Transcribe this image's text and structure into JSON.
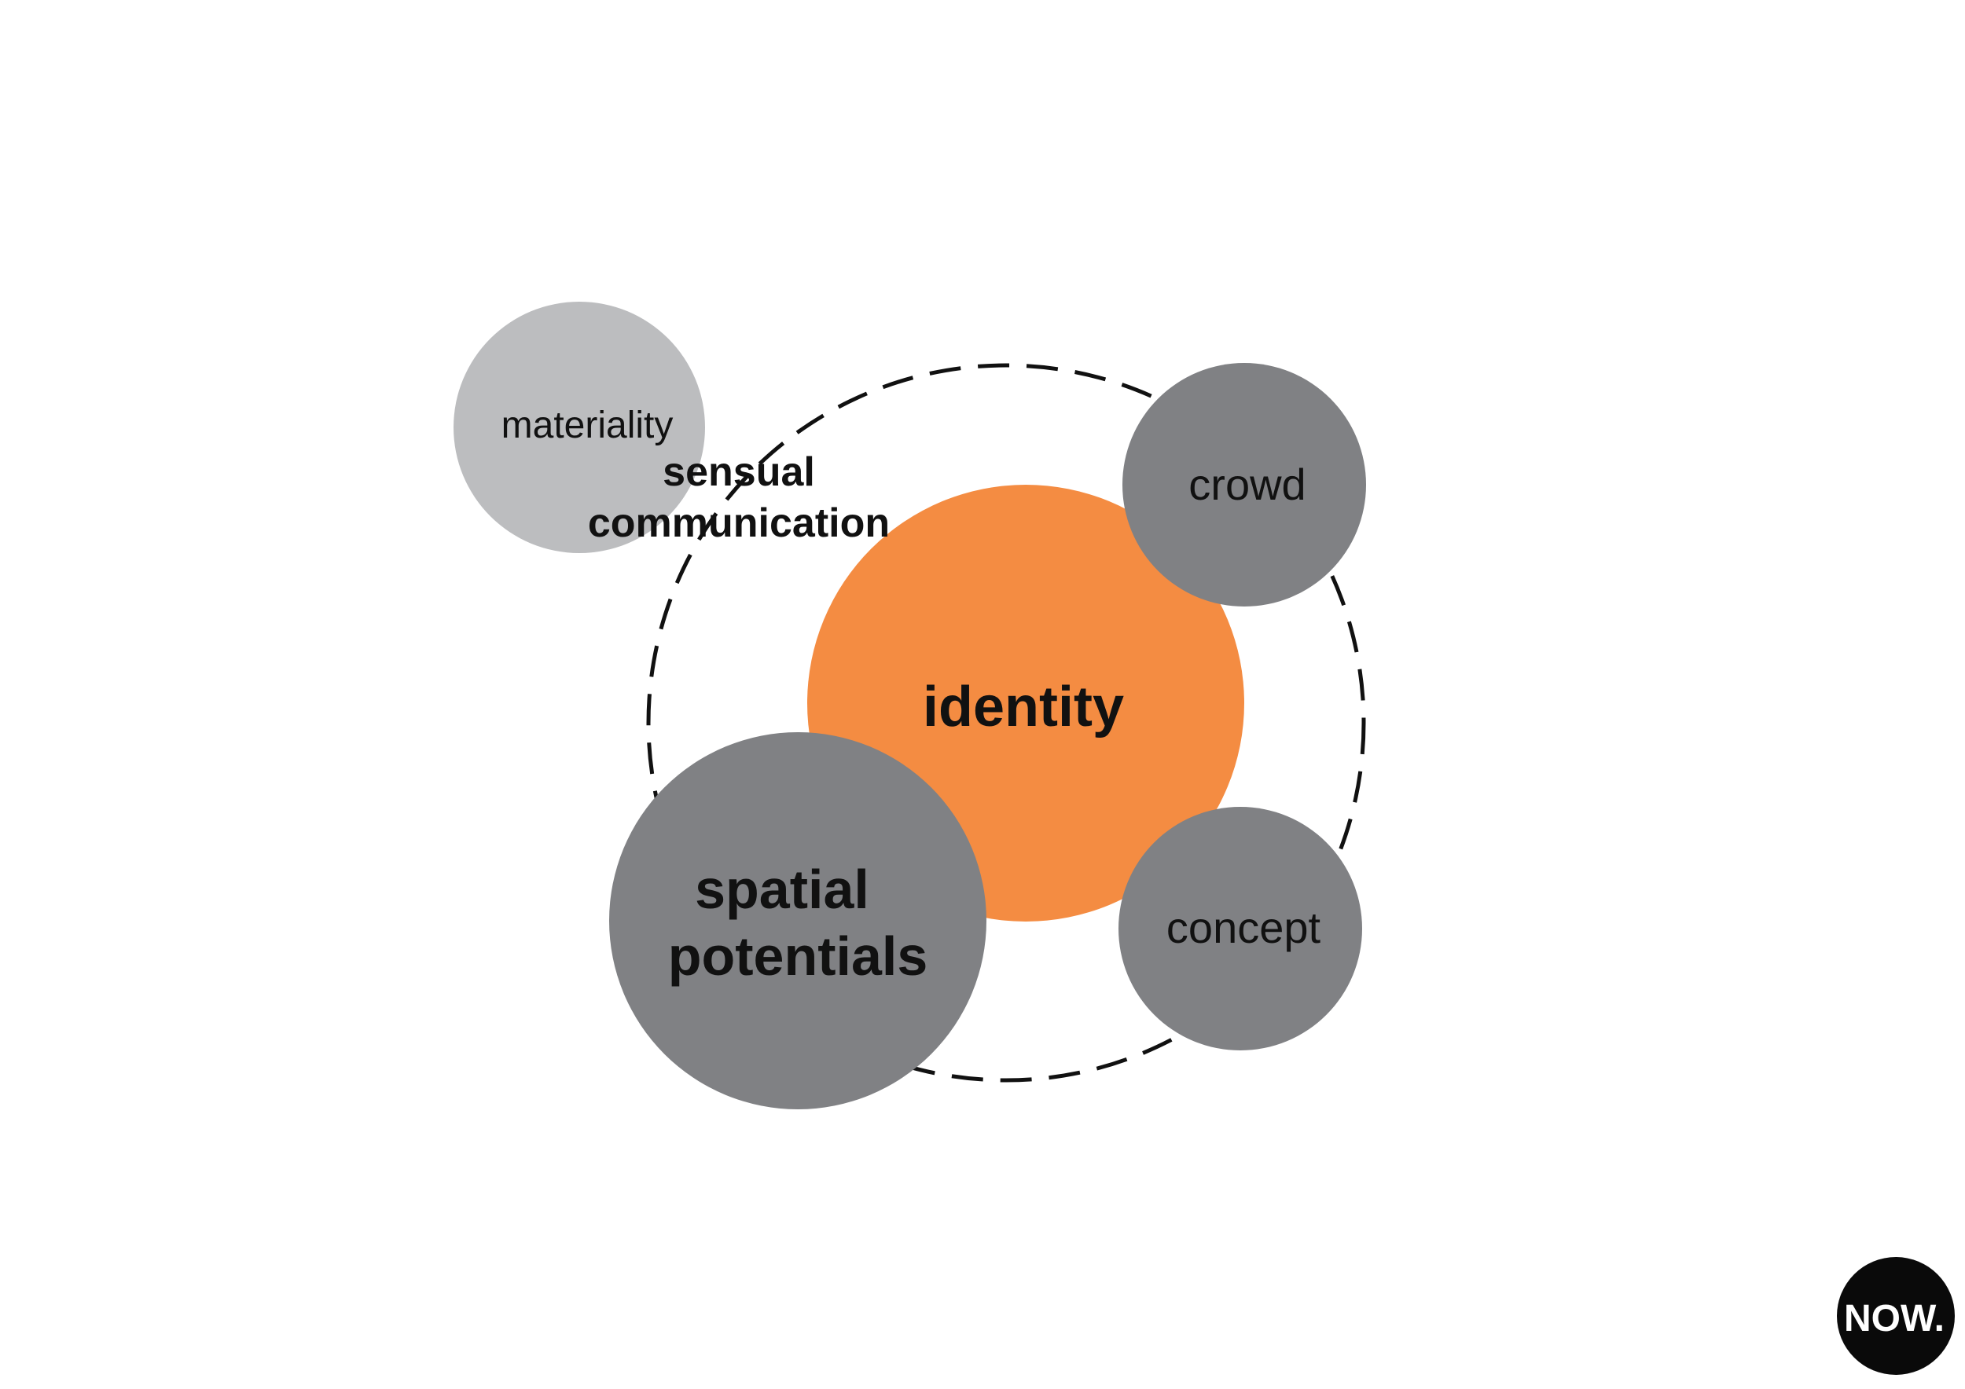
{
  "diagram": {
    "center": {
      "label": "identity"
    },
    "nodes": {
      "materiality": {
        "label": "materiality"
      },
      "crowd": {
        "label": "crowd"
      },
      "concept": {
        "label": "concept"
      },
      "spatial": {
        "line1": "spatial",
        "line2": "potentials"
      }
    },
    "ring": {
      "line1": "sensual",
      "line2": "communication"
    }
  },
  "logo": {
    "text": "NOW."
  },
  "colors": {
    "background": "#ffffff",
    "accent_orange": "#f48c42",
    "node_gray": "#808184",
    "node_light_gray": "#bcbdbf",
    "text": "#111111",
    "logo_bg": "#0a0a0a",
    "logo_text": "#ffffff"
  }
}
